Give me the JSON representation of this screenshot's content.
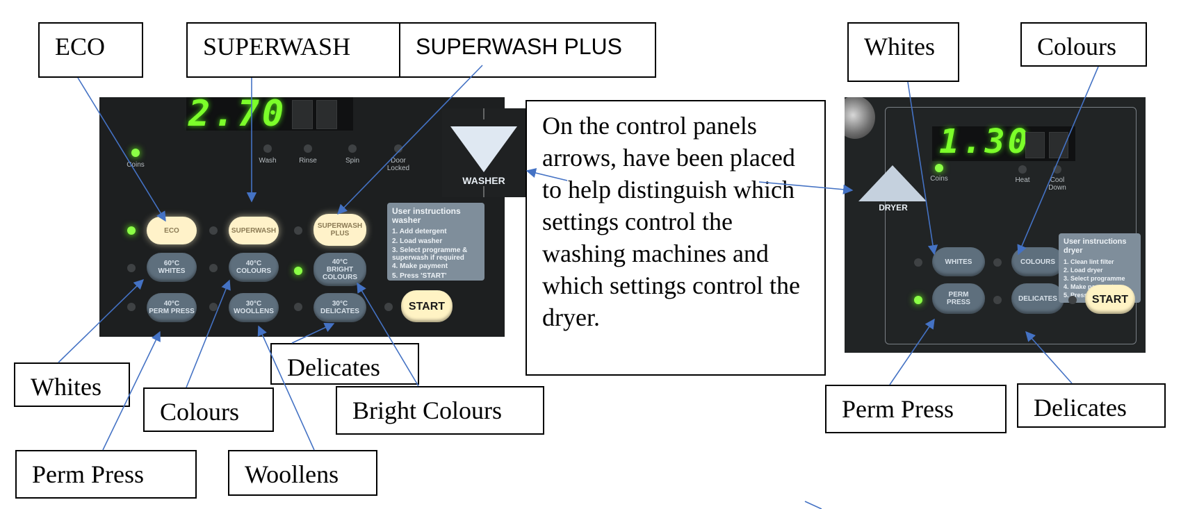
{
  "callouts": {
    "eco": "ECO",
    "superwash": "SUPERWASH",
    "superwash_plus": "SUPERWASH PLUS",
    "washer_whites": "Whites",
    "washer_colours": "Colours",
    "washer_delicates": "Delicates",
    "washer_bright_colours": "Bright Colours",
    "washer_perm_press": "Perm Press",
    "washer_woollens": "Woollens",
    "dryer_whites": "Whites",
    "dryer_colours": "Colours",
    "dryer_perm_press": "Perm Press",
    "dryer_delicates": "Delicates"
  },
  "note": "On the control panels arrows, have been placed to help distinguish which settings control the washing machines and which settings control the dryer.",
  "washer": {
    "display": "2.70",
    "indicators": [
      "Coins",
      "Wash",
      "Rinse",
      "Spin",
      "Door\nLocked"
    ],
    "buttons": {
      "eco": "ECO",
      "superwash": "SUPERWASH",
      "superwash_plus": "SUPERWASH\nPLUS",
      "whites": "60°C\nWHITES",
      "colours": "40°C\nCOLOURS",
      "bright_colours": "40°C\nBRIGHT\nCOLOURS",
      "perm_press": "40°C\nPERM PRESS",
      "woollens": "30°C\nWOOLLENS",
      "delicates": "30°C\nDELICATES",
      "start": "START"
    },
    "instructions": {
      "title": "User instructions\nwasher",
      "steps": [
        "1. Add detergent",
        "2. Load washer",
        "3. Select programme &\nsuperwash if required",
        "4. Make payment",
        "5. Press 'START'"
      ]
    },
    "sign": "WASHER"
  },
  "dryer": {
    "display": "1.30",
    "indicators": [
      "Coins",
      "Heat",
      "Cool\nDown"
    ],
    "sign": "DRYER",
    "buttons": {
      "whites": "WHITES",
      "colours": "COLOURS",
      "perm_press": "PERM\nPRESS",
      "delicates": "DELICATES",
      "start": "START"
    },
    "instructions": {
      "title": "User instructions\ndryer",
      "steps": [
        "1. Clean lint filter",
        "2. Load dryer",
        "3. Select programme",
        "4. Make payment",
        "5. Press 'START'"
      ]
    }
  },
  "colors": {
    "arrow": "#4472c4",
    "led_on": "#8bff46",
    "display": "#7cff2a"
  }
}
